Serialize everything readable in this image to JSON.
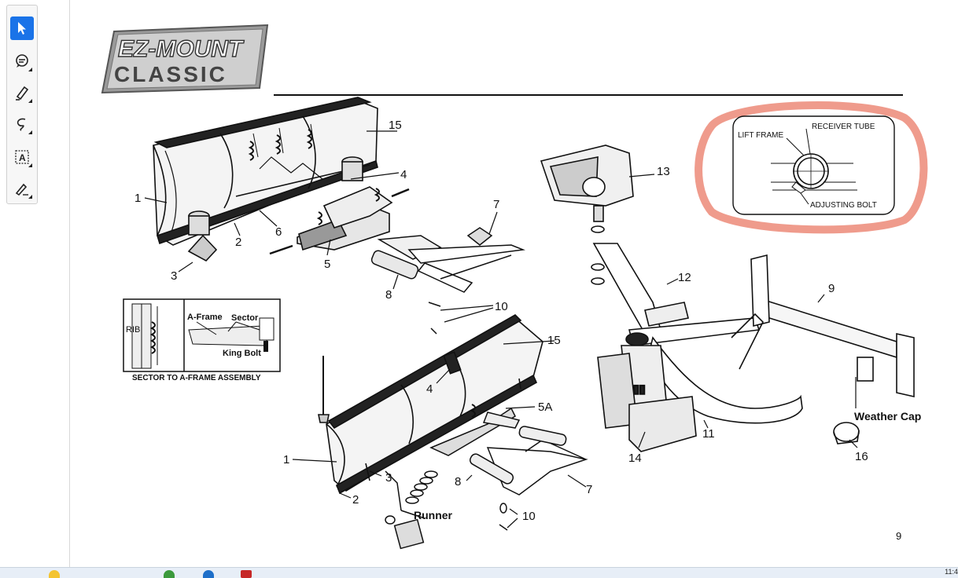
{
  "toolbar": {
    "tools": [
      {
        "name": "select-tool",
        "icon": "pointer-icon",
        "active": true
      },
      {
        "name": "comment-tool",
        "icon": "comment-icon",
        "active": false
      },
      {
        "name": "highlight-tool",
        "icon": "highlighter-icon",
        "active": false
      },
      {
        "name": "draw-tool",
        "icon": "freehand-icon",
        "active": false
      },
      {
        "name": "text-select-tool",
        "icon": "text-box-icon",
        "active": false
      },
      {
        "name": "sign-tool",
        "icon": "pen-sign-icon",
        "active": false
      }
    ],
    "active_color": "#1a73e8"
  },
  "document": {
    "logo_line1": "EZ-MOUNT",
    "logo_line2": "CLASSIC",
    "page_number": "9",
    "callouts_top": {
      "c1": "1",
      "c2": "2",
      "c3": "3",
      "c4": "4",
      "c5": "5",
      "c6": "6",
      "c7": "7",
      "c8": "8",
      "c10": "10",
      "c15": "15"
    },
    "callouts_bottom": {
      "c1": "1",
      "c2": "2",
      "c3": "3",
      "c4": "4",
      "c5a": "5A",
      "c7": "7",
      "c8": "8",
      "c10": "10",
      "c15": "15",
      "runner": "Runner"
    },
    "callouts_right": {
      "c9": "9",
      "c11": "11",
      "c12": "12",
      "c13": "13",
      "c14": "14",
      "c16": "16",
      "weather_cap": "Weather Cap"
    },
    "inset": {
      "rib": "RIB",
      "a_frame": "A-Frame",
      "sector": "Sector",
      "king_bolt": "King Bolt",
      "caption": "SECTOR TO A-FRAME ASSEMBLY"
    },
    "detail": {
      "lift_frame": "LIFT FRAME",
      "receiver_tube": "RECEIVER TUBE",
      "adjusting_bolt": "ADJUSTING BOLT",
      "highlight_color": "#ec8a78"
    }
  },
  "taskbar": {
    "clock": "11:4"
  }
}
